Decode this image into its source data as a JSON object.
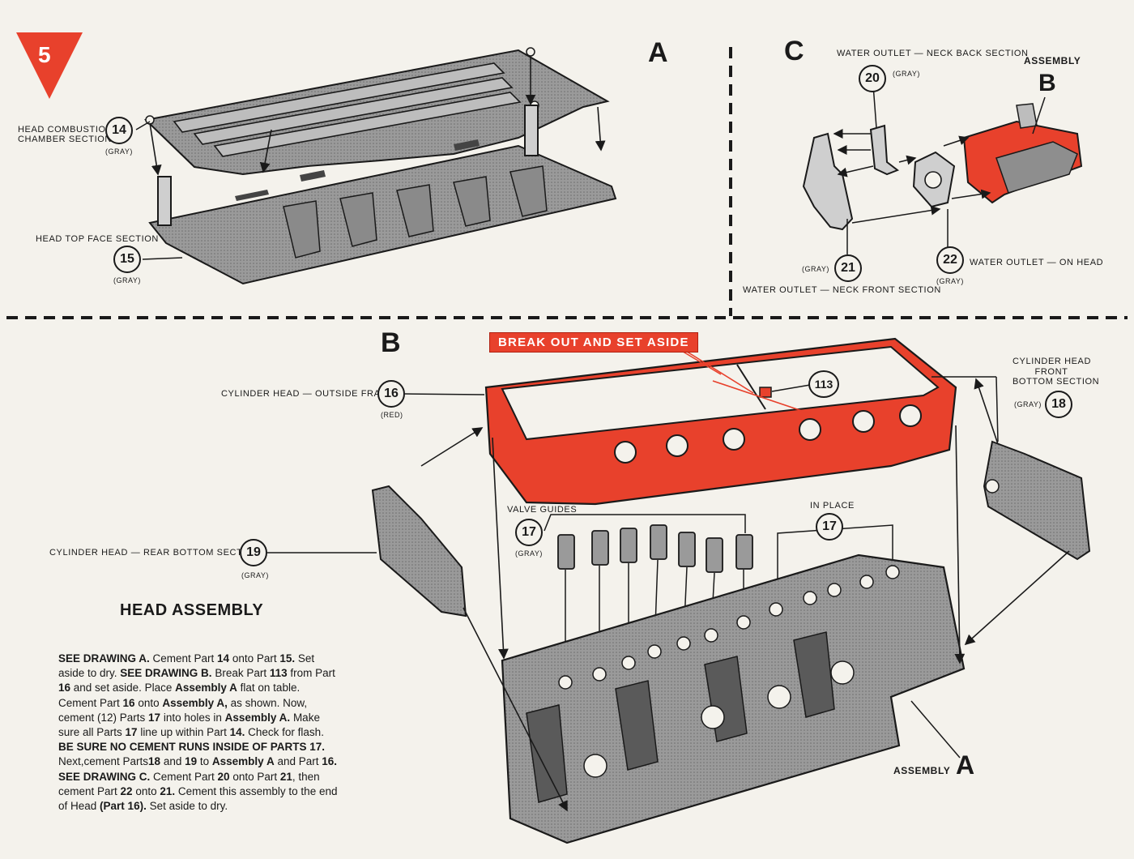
{
  "step_number": "5",
  "sections": {
    "a": {
      "letter": "A"
    },
    "b": {
      "letter": "B"
    },
    "c": {
      "letter": "C"
    }
  },
  "callouts": {
    "p14": {
      "number": "14",
      "label_line1": "HEAD COMBUSTION",
      "label_line2": "CHAMBER SECTION",
      "color": "(GRAY)"
    },
    "p15": {
      "number": "15",
      "label": "HEAD TOP FACE SECTION",
      "color": "(GRAY)"
    },
    "p20": {
      "number": "20",
      "label": "WATER OUTLET — NECK BACK SECTION",
      "color": "(GRAY)"
    },
    "p21": {
      "number": "21",
      "label": "WATER OUTLET — NECK FRONT SECTION",
      "color": "(GRAY)"
    },
    "p22": {
      "number": "22",
      "label": "WATER OUTLET — ON HEAD",
      "color": "(GRAY)"
    },
    "p16": {
      "number": "16",
      "label": "CYLINDER HEAD — OUTSIDE FRAME",
      "color": "(RED)"
    },
    "p113": {
      "number": "113"
    },
    "p18": {
      "number": "18",
      "label_line1": "CYLINDER HEAD",
      "label_line2": "FRONT",
      "label_line3": "BOTTOM SECTION",
      "color": "(GRAY)"
    },
    "p19": {
      "number": "19",
      "label": "CYLINDER HEAD — REAR BOTTOM SECTION",
      "color": "(GRAY)"
    },
    "p17a": {
      "number": "17",
      "label": "VALVE GUIDES",
      "color": "(GRAY)"
    },
    "p17b": {
      "number": "17",
      "label": "IN PLACE"
    }
  },
  "assembly_b_label": {
    "word": "ASSEMBLY",
    "letter": "B"
  },
  "assembly_a_label": {
    "word": "ASSEMBLY",
    "letter": "A"
  },
  "banner": "BREAK OUT AND SET ASIDE",
  "instructions": {
    "title": "HEAD ASSEMBLY",
    "html": "<b>SEE DRAWING A.</b> Cement Part <b>14</b> onto Part <b>15.</b> Set aside to dry. <b>SEE DRAWING B.</b> Break Part <b>113</b> from Part <b>16</b> and set aside. Place <b>Assembly A</b> flat on table. Cement Part <b>16</b> onto <b>Assembly A,</b> as shown. Now, cement (12) Parts <b>17</b> into holes in <b>Assembly A.</b> Make sure all Parts <b>17</b> line up within Part <b>14.</b> Check for flash. <b>BE SURE NO CEMENT RUNS INSIDE OF PARTS 17.</b> Next,cement Parts<b>18</b> and <b>19</b> to <b>Assembly A</b> and Part <b>16. SEE DRAWING C.</b> Cement Part <b>20</b> onto Part <b>21</b>, then cement Part <b>22</b> onto <b>21.</b> Cement this assembly to the end of Head <b>(Part 16).</b> Set aside to dry."
  },
  "colors": {
    "accent_red": "#e8412c",
    "part_gray": "#8f8f8f",
    "ink": "#1a1a1a",
    "paper": "#f4f2ec"
  }
}
